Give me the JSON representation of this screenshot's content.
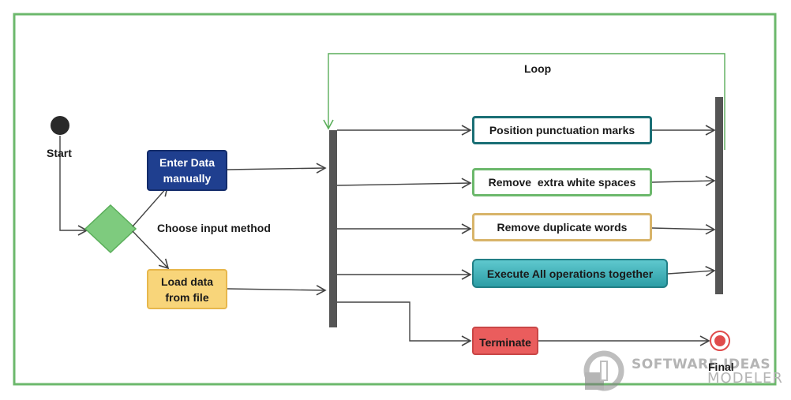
{
  "diagram": {
    "start_label": "Start",
    "final_label": "Final",
    "decision_label": "Choose input  method",
    "loop_label": "Loop",
    "enter_data": "Enter Data manually",
    "load_data": "Load data from file",
    "operations": {
      "position": "Position punctuation marks",
      "whitespace": "Remove  extra white spaces",
      "duplicates": "Remove duplicate words",
      "execute_all": "Execute All operations together",
      "terminate": "Terminate"
    },
    "colors": {
      "frame": "#6cb86c",
      "decision": "#7ecb7e",
      "enter_data": "#1f3f8f",
      "load_data": "#f8d57a",
      "execute_all": "#3fb4bb",
      "terminate": "#ea5d5d",
      "bar": "#555555"
    }
  },
  "watermark": {
    "line1": "SOFTWARE IDEAS",
    "line2": "MODELER"
  }
}
